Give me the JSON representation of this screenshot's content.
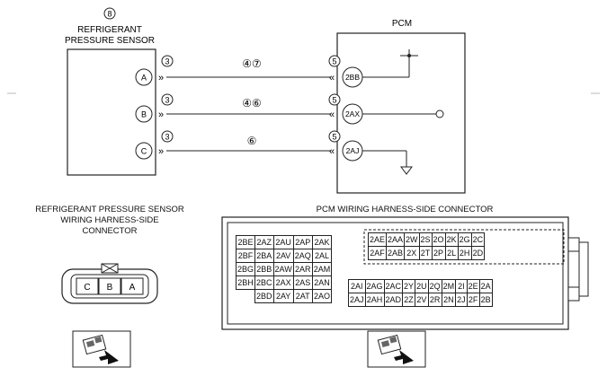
{
  "sensor": {
    "ref": "8",
    "title_line1": "REFRIGERANT",
    "title_line2": "PRESSURE SENSOR",
    "pins": [
      "A",
      "B",
      "C"
    ]
  },
  "pcm": {
    "title": "PCM",
    "pins": [
      "2BB",
      "2AX",
      "2AJ"
    ]
  },
  "wires": [
    {
      "sensor_pin": "A",
      "left_ref": "3",
      "mid_ref": "④⑦",
      "right_ref": "5",
      "pcm_pin": "2BB"
    },
    {
      "sensor_pin": "B",
      "left_ref": "3",
      "mid_ref": "④⑥",
      "right_ref": "5",
      "pcm_pin": "2AX"
    },
    {
      "sensor_pin": "C",
      "left_ref": "3",
      "mid_ref": "⑥",
      "right_ref": "5",
      "pcm_pin": "2AJ"
    }
  ],
  "sensor_connector": {
    "caption_line1": "REFRIGERANT PRESSURE SENSOR",
    "caption_line2": "WIRING HARNESS-SIDE",
    "caption_line3": "CONNECTOR",
    "pins": [
      "C",
      "B",
      "A"
    ]
  },
  "pcm_connector": {
    "caption": "PCM WIRING HARNESS-SIDE CONNECTOR",
    "left_block": [
      [
        "2BE",
        "2AZ",
        "2AU",
        "2AP",
        "2AK"
      ],
      [
        "2BF",
        "2BA",
        "2AV",
        "2AQ",
        "2AL"
      ],
      [
        "2BG",
        "2BB",
        "2AW",
        "2AR",
        "2AM"
      ],
      [
        "2BH",
        "2BC",
        "2AX",
        "2AS",
        "2AN"
      ],
      [
        "",
        "2BD",
        "2AY",
        "2AT",
        "2AO"
      ]
    ],
    "upper_right": [
      [
        "2AE",
        "2AA",
        "2W",
        "2S",
        "2O",
        "2K",
        "2G",
        "2C"
      ],
      [
        "2AF",
        "2AB",
        "2X",
        "2T",
        "2P",
        "2L",
        "2H",
        "2D"
      ]
    ],
    "lower_right": [
      [
        "2AI",
        "2AG",
        "2AC",
        "2Y",
        "2U",
        "2Q",
        "2M",
        "2I",
        "2E",
        "2A"
      ],
      [
        "2AJ",
        "2AH",
        "2AD",
        "2Z",
        "2V",
        "2R",
        "2N",
        "2J",
        "2F",
        "2B"
      ]
    ]
  },
  "icons": {
    "view_left": "connector-view-arrow-icon",
    "view_right": "connector-view-arrow-icon"
  }
}
